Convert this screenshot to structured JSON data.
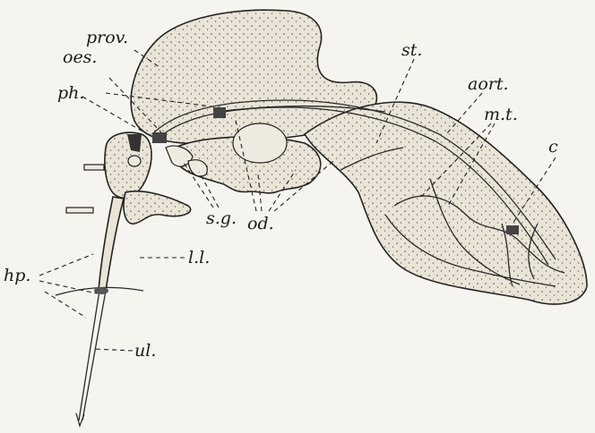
{
  "labels": {
    "prov": "prov.",
    "oes": "oes.",
    "ph": "ph.",
    "st": "st.",
    "aort": "aort.",
    "mt": "m.t.",
    "c": "c",
    "sg": "s.g.",
    "od": "od.",
    "ll": "l.l.",
    "hp": "hp.",
    "ul": "ul."
  }
}
